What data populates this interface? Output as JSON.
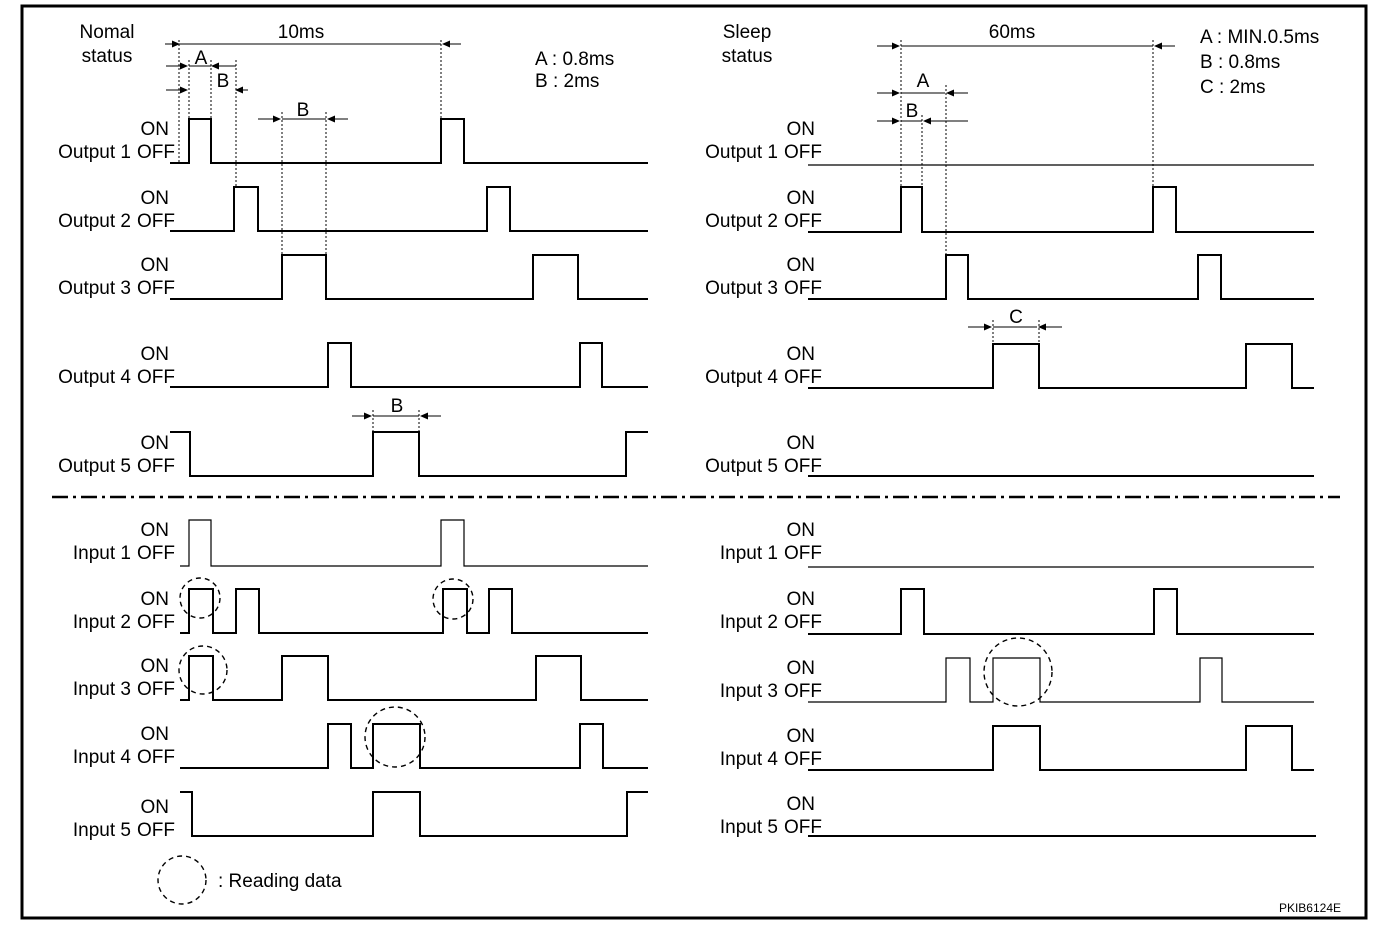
{
  "diagram": {
    "normal_title": [
      "Nomal",
      "status"
    ],
    "sleep_title": [
      "Sleep",
      "status"
    ],
    "normal_period": "10ms",
    "sleep_period": "60ms",
    "normal_legend": [
      "A : 0.8ms",
      "B : 2ms"
    ],
    "sleep_legend": [
      "A : MIN.0.5ms",
      "B : 0.8ms",
      "C : 2ms"
    ],
    "dim_a": "A",
    "dim_b": "B",
    "dim_c": "C",
    "on_label": "ON",
    "off_label": "OFF",
    "output_labels": [
      "Output 1",
      "Output 2",
      "Output 3",
      "Output 4",
      "Output 5"
    ],
    "input_labels": [
      "Input 1",
      "Input 2",
      "Input 3",
      "Input 4",
      "Input 5"
    ],
    "reading_data_label": ": Reading data",
    "figure_code": "PKIB6124E"
  }
}
